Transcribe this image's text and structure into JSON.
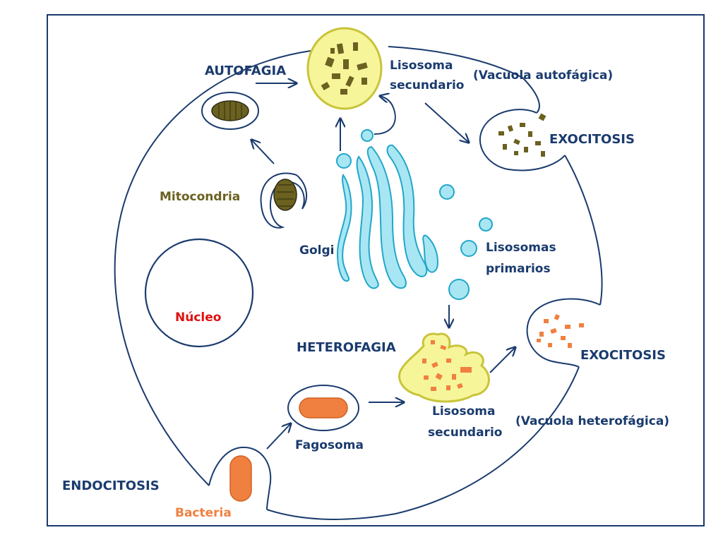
{
  "labels": {
    "autofagia": "AUTOFAGIA",
    "lisosoma_secundario_top_1": "Lisosoma",
    "lisosoma_secundario_top_2": "secundario",
    "vacuola_autofagica": "(Vacuola autofágica)",
    "exocitosis_top": "EXOCITOSIS",
    "mitocondria": "Mitocondria",
    "golgi": "Golgi",
    "lisosomas_primarios_1": "Lisosomas",
    "lisosomas_primarios_2": "primarios",
    "nucleo": "Núcleo",
    "heterofagia": "HETEROFAGIA",
    "exocitosis_bottom": "EXOCITOSIS",
    "fagosoma": "Fagosoma",
    "lisosoma_secundario_bottom_1": "Lisosoma",
    "lisosoma_secundario_bottom_2": "secundario",
    "vacuola_heterofagica": "(Vacuola heterofágica)",
    "endocitosis": "ENDOCITOSIS",
    "bacteria": "Bacteria"
  },
  "colors": {
    "outline": "#1a3b6e",
    "golgi_fill": "#a8e6f4",
    "golgi_stroke": "#22a7c9",
    "lysosome_fill": "#f7f59a",
    "lysosome_stroke": "#c8c43a",
    "mitochondria": "#6b6120",
    "nucleus_label": "#e01010",
    "bacteria": "#f08040"
  }
}
